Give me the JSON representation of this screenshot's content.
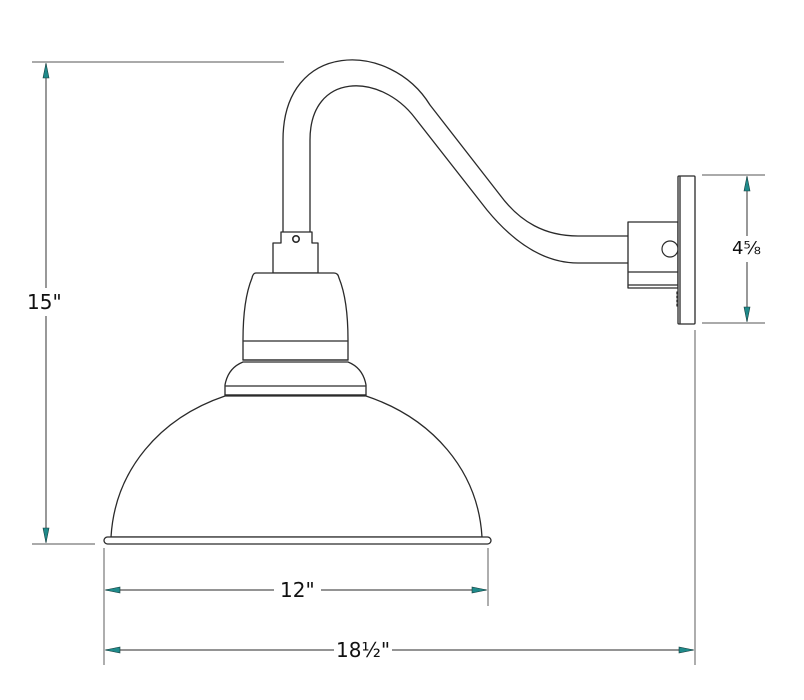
{
  "drawing": {
    "subject": "Gooseneck barn light wall sconce with dome shade",
    "line_color": "#2a2a2a",
    "dimension_line_color": "#555555",
    "arrow_color": "#1f8a8a",
    "background": "#ffffff"
  },
  "dimensions": {
    "height": {
      "label": "15\"",
      "orientation": "vertical"
    },
    "backplate_height": {
      "label": "4⅝",
      "orientation": "vertical"
    },
    "shade_width": {
      "label": "12\"",
      "orientation": "horizontal"
    },
    "overall_extension": {
      "label": "18½\"",
      "orientation": "horizontal"
    }
  }
}
